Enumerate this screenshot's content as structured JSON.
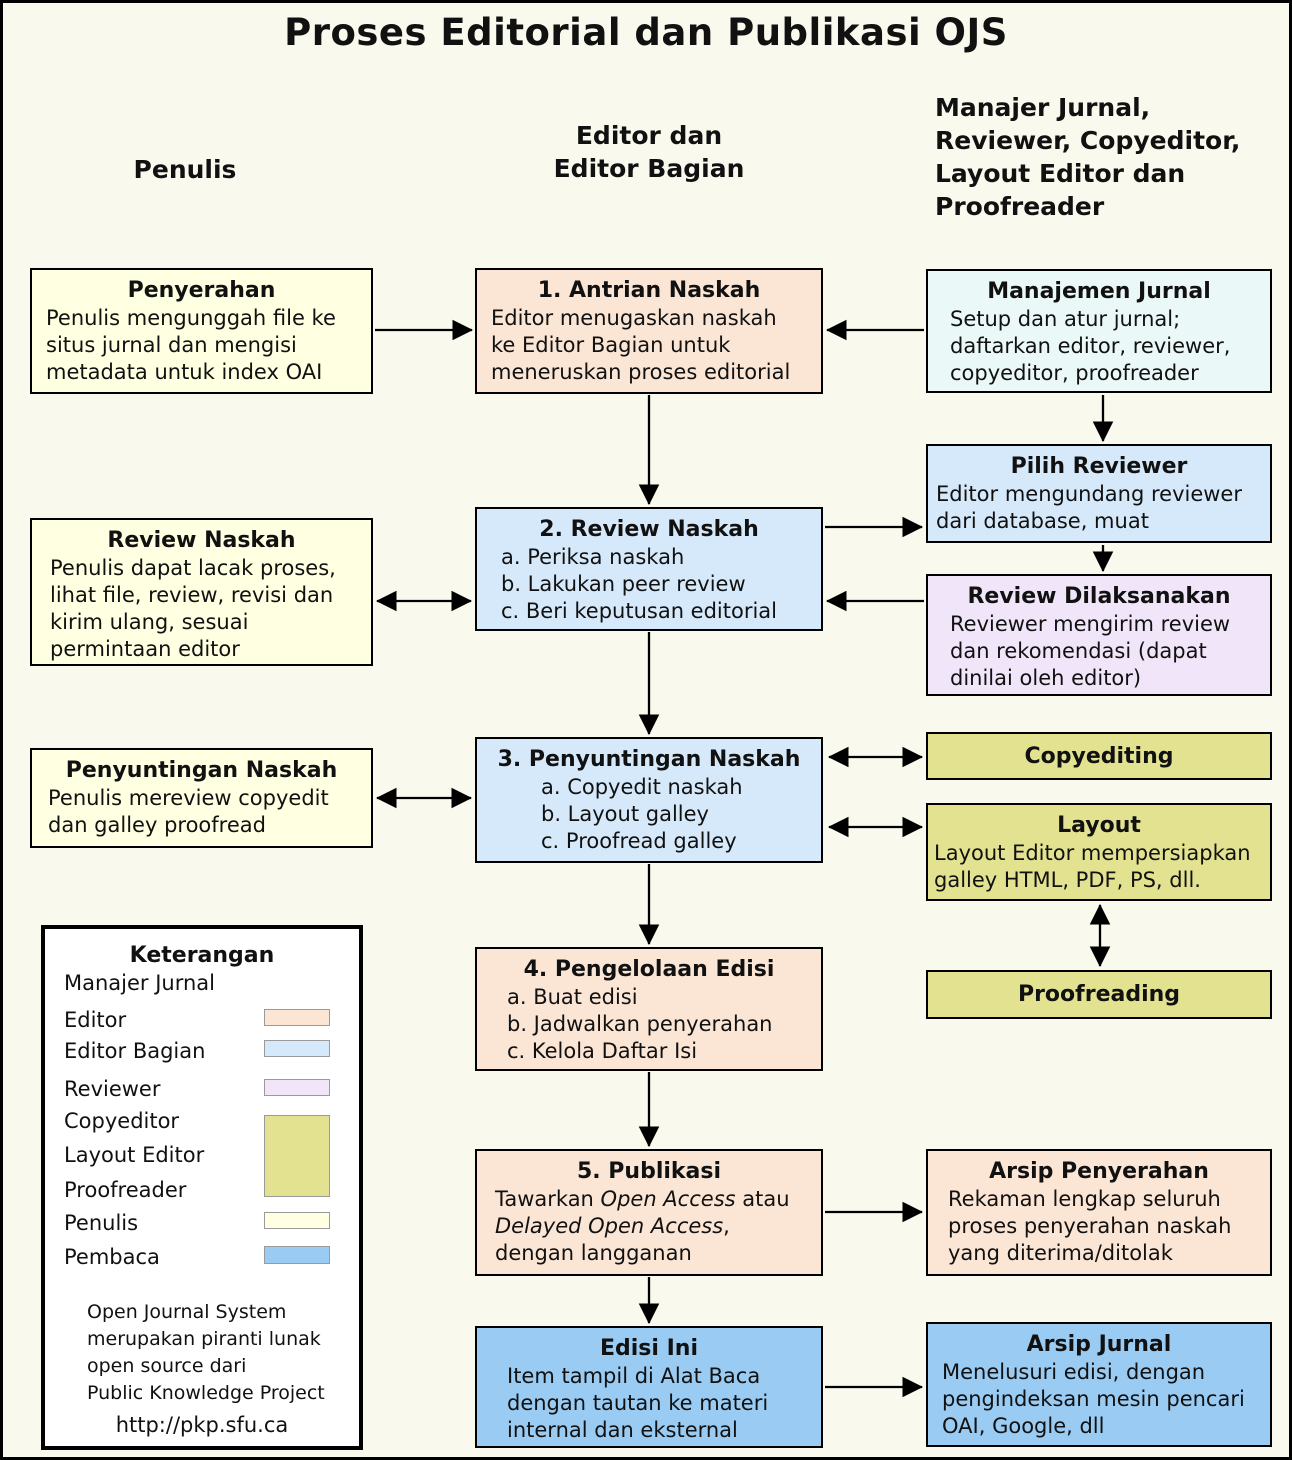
{
  "title": "Proses Editorial dan Publikasi OJS",
  "column_headers": {
    "left": "Penulis",
    "middle": [
      "Editor dan",
      "Editor Bagian"
    ],
    "right": [
      "Manajer Jurnal,",
      "Reviewer, Copyeditor,",
      "Layout Editor dan",
      "Proofreader"
    ]
  },
  "colors": {
    "page_bg": "#f9f9ee",
    "penulis": "#ffffe1",
    "editor": "#fbe5d5",
    "editor_bagian": "#d6e9fa",
    "reviewer": "#f1e6f9",
    "copyeditor_layout_proofreader": "#e2e290",
    "manajer_jurnal": "#eaf8f7",
    "pembaca": "#99cbf3",
    "line": "#000000"
  },
  "boxes": {
    "penyerahan": {
      "title": "Penyerahan",
      "body": [
        "Penulis mengunggah file ke",
        "situs jurnal dan mengisi",
        "metadata untuk index OAI"
      ]
    },
    "review_naskah_penulis": {
      "title": "Review Naskah",
      "body": [
        "Penulis dapat lacak proses,",
        "lihat file, review, revisi dan",
        "kirim ulang, sesuai",
        "permintaan editor"
      ]
    },
    "penyuntingan_naskah_penulis": {
      "title": "Penyuntingan Naskah",
      "body": [
        "Penulis mereview copyedit",
        "dan galley proofread"
      ]
    },
    "antrian_naskah": {
      "title": "1. Antrian Naskah",
      "body": [
        "Editor menugaskan naskah",
        "ke Editor Bagian untuk",
        "meneruskan proses editorial"
      ]
    },
    "review_naskah": {
      "title": "2. Review Naskah",
      "body": [
        "a. Periksa naskah",
        "b. Lakukan peer review",
        "c. Beri keputusan editorial"
      ]
    },
    "penyuntingan_naskah": {
      "title": "3. Penyuntingan Naskah",
      "body": [
        "a. Copyedit naskah",
        "b. Layout galley",
        "c. Proofread galley"
      ]
    },
    "pengelolaan_edisi": {
      "title": "4. Pengelolaan Edisi",
      "body": [
        "a. Buat edisi",
        "b. Jadwalkan penyerahan",
        "c. Kelola Daftar Isi"
      ]
    },
    "publikasi": {
      "title": "5. Publikasi",
      "body_segments": [
        {
          "text": "Tawarkan "
        },
        {
          "text": "Open Access",
          "italic": true
        },
        {
          "text": " atau\n"
        },
        {
          "text": "Delayed Open Access",
          "italic": true
        },
        {
          "text": ",\ndengan langganan"
        }
      ]
    },
    "edisi_ini": {
      "title": "Edisi Ini",
      "body": [
        "Item tampil di Alat Baca",
        "dengan tautan ke materi",
        "internal dan eksternal"
      ]
    },
    "manajemen_jurnal": {
      "title": "Manajemen Jurnal",
      "body": [
        "Setup dan atur jurnal;",
        "daftarkan editor, reviewer,",
        "copyeditor, proofreader"
      ]
    },
    "pilih_reviewer": {
      "title": "Pilih Reviewer",
      "body": [
        "Editor mengundang reviewer",
        "dari database, muat"
      ]
    },
    "review_dilaksanakan": {
      "title": "Review Dilaksanakan",
      "body": [
        "Reviewer mengirim review",
        "dan rekomendasi (dapat",
        "dinilai oleh editor)"
      ]
    },
    "copyediting": {
      "title": "Copyediting"
    },
    "layout": {
      "title": "Layout",
      "body": [
        "Layout Editor mempersiapkan",
        "galley HTML, PDF, PS, dll."
      ]
    },
    "proofreading": {
      "title": "Proofreading"
    },
    "arsip_penyerahan": {
      "title": "Arsip Penyerahan",
      "body": [
        "Rekaman lengkap seluruh",
        "proses penyerahan naskah",
        "yang diterima/ditolak"
      ]
    },
    "arsip_jurnal": {
      "title": "Arsip Jurnal",
      "body": [
        "Menelusuri edisi, dengan",
        "pengindeksan mesin pencari",
        "OAI, Google, dll"
      ]
    }
  },
  "legend": {
    "title": "Keterangan",
    "items": [
      {
        "label": "Manajer Jurnal",
        "color": null
      },
      {
        "label": "Editor",
        "color": "#fbe5d5"
      },
      {
        "label": "Editor Bagian",
        "color": "#d6e9fa"
      },
      {
        "label": "Reviewer",
        "color": "#f1e6f9"
      },
      {
        "label": "Copyeditor",
        "color": "#e2e290"
      },
      {
        "label": "Layout Editor",
        "color": "#e2e290"
      },
      {
        "label": "Proofreader",
        "color": "#e2e290"
      },
      {
        "label": "Penulis",
        "color": "#ffffe1"
      },
      {
        "label": "Pembaca",
        "color": "#99cbf3"
      }
    ],
    "note": [
      "Open Journal System",
      "merupakan piranti lunak",
      "open source dari",
      "Public Knowledge Project"
    ],
    "url": "http://pkp.sfu.ca"
  }
}
